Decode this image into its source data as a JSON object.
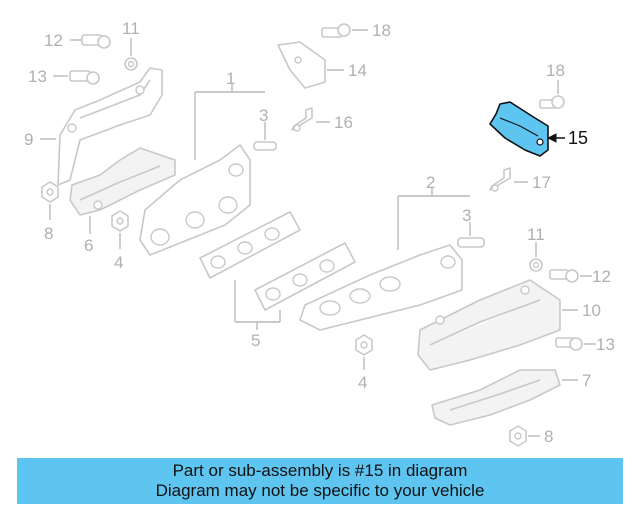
{
  "callouts": {
    "c1": "1",
    "c2": "2",
    "c3a": "3",
    "c3b": "3",
    "c4a": "4",
    "c4b": "4",
    "c5": "5",
    "c6": "6",
    "c7": "7",
    "c8a": "8",
    "c8b": "8",
    "c9": "9",
    "c10": "10",
    "c11a": "11",
    "c11b": "11",
    "c12a": "12",
    "c12b": "12",
    "c13a": "13",
    "c13b": "13",
    "c14": "14",
    "c15": "15",
    "c16": "16",
    "c17": "17",
    "c18a": "18",
    "c18b": "18"
  },
  "highlight_color": "#5ec4f0",
  "banner": {
    "line1": "Part or sub-assembly is #15 in diagram",
    "line2": "Diagram may not be specific to your vehicle"
  }
}
